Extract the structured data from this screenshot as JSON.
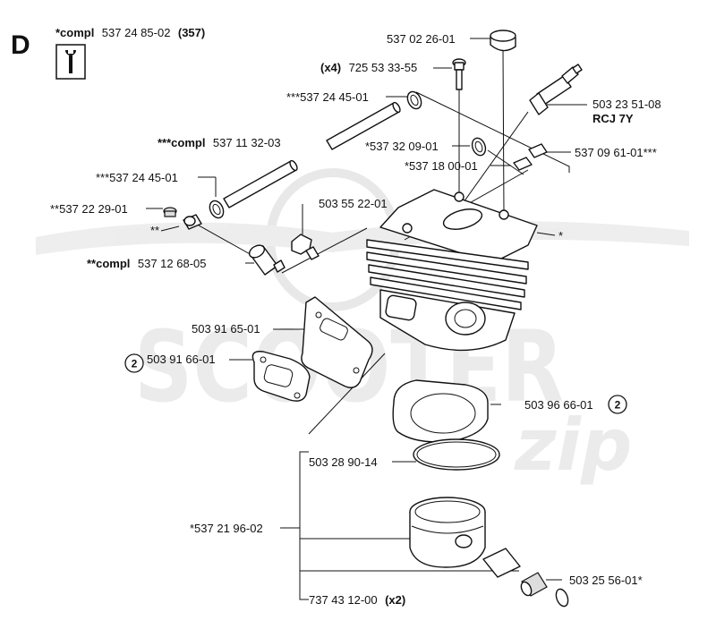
{
  "section": {
    "letter": "D",
    "kit_prefix": "*compl",
    "kit_number": "537 24 85-02",
    "kit_qty": "(357)",
    "tool_icon": "wrench-icon"
  },
  "watermark": {
    "main": "SCOOTER",
    "sub": "zip"
  },
  "callout_badge": "2",
  "labels": {
    "cap_top": "537 02 26-01",
    "screw_qty": "(x4)",
    "screw": "725 53 33-55",
    "clamp_upper": "***537 24 45-01",
    "tube_prefix": "***compl",
    "tube": "537 11 32-03",
    "clip": "*537 32 09-01",
    "pin": "*537 18 00-01",
    "clamp_lower": "***537 24 45-01",
    "plug_small": "**537 22 29-01",
    "double_star": "**",
    "valve_prefix": "**compl",
    "valve": "537 12 68-05",
    "decomp": "503 55 22-01",
    "spark_plug": "503 23 51-08",
    "spark_plug_type": "RCJ 7Y",
    "sleeve": "537 09 61-01***",
    "cylinder": "*",
    "heat_shield": "503 91 65-01",
    "gasket_muffler": "503 91 66-01",
    "base_gasket": "503 96 66-01",
    "piston_ring": "503 28 90-14",
    "piston_kit": "*537 21 96-02",
    "bearing": "503 25 56-01*",
    "circlip": "737 43 12-00",
    "circlip_qty": "(x2)"
  }
}
